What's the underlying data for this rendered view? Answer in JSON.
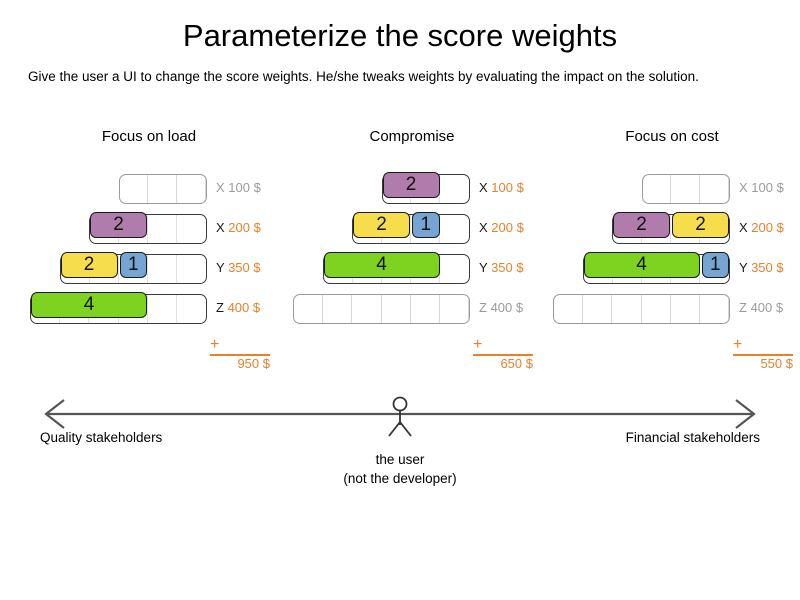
{
  "slide": {
    "title": "Parameterize the score weights",
    "subtitle": "Give the user a UI to change the score weights. He/she tweaks weights by evaluating the impact on the solution."
  },
  "colors": {
    "purple": "#b07cab",
    "yellow": "#f5dd4b",
    "blue": "#76a5d4",
    "green": "#7ed321",
    "accent_orange": "#e8812a",
    "inactive_gray": "#9b9b9b",
    "track_border": "#3a3a3a"
  },
  "columns": [
    {
      "header": "Focus on load",
      "rows": [
        {
          "tag": "X",
          "price": "100 $",
          "active": false,
          "capacity": 3,
          "segments": []
        },
        {
          "tag": "X",
          "price": "200 $",
          "active": true,
          "capacity": 4,
          "segments": [
            {
              "value": "2",
              "units": 2,
              "color": "purple"
            }
          ]
        },
        {
          "tag": "Y",
          "price": "350 $",
          "active": true,
          "capacity": 5,
          "segments": [
            {
              "value": "2",
              "units": 2,
              "color": "yellow"
            },
            {
              "value": "1",
              "units": 1,
              "color": "blue"
            }
          ]
        },
        {
          "tag": "Z",
          "price": "400 $",
          "active": true,
          "capacity": 6,
          "segments": [
            {
              "value": "4",
              "units": 4,
              "color": "green"
            }
          ]
        }
      ],
      "sum_symbol": "+",
      "total": "950 $"
    },
    {
      "header": "Compromise",
      "rows": [
        {
          "tag": "X",
          "price": "100 $",
          "active": true,
          "capacity": 3,
          "segments": [
            {
              "value": "2",
              "units": 2,
              "color": "purple"
            }
          ]
        },
        {
          "tag": "X",
          "price": "200 $",
          "active": true,
          "capacity": 4,
          "segments": [
            {
              "value": "2",
              "units": 2,
              "color": "yellow"
            },
            {
              "value": "1",
              "units": 1,
              "color": "blue"
            }
          ]
        },
        {
          "tag": "Y",
          "price": "350 $",
          "active": true,
          "capacity": 5,
          "segments": [
            {
              "value": "4",
              "units": 4,
              "color": "green"
            }
          ]
        },
        {
          "tag": "Z",
          "price": "400 $",
          "active": false,
          "capacity": 6,
          "segments": []
        }
      ],
      "sum_symbol": "+",
      "total": "650 $"
    },
    {
      "header": "Focus on cost",
      "rows": [
        {
          "tag": "X",
          "price": "100 $",
          "active": false,
          "capacity": 3,
          "segments": []
        },
        {
          "tag": "X",
          "price": "200 $",
          "active": true,
          "capacity": 4,
          "segments": [
            {
              "value": "2",
              "units": 2,
              "color": "purple"
            },
            {
              "value": "2",
              "units": 2,
              "color": "yellow"
            }
          ]
        },
        {
          "tag": "Y",
          "price": "350 $",
          "active": true,
          "capacity": 5,
          "segments": [
            {
              "value": "4",
              "units": 4,
              "color": "green"
            },
            {
              "value": "1",
              "units": 1,
              "color": "blue"
            }
          ]
        },
        {
          "tag": "Z",
          "price": "400 $",
          "active": false,
          "capacity": 6,
          "segments": []
        }
      ],
      "sum_symbol": "+",
      "total": "550 $"
    }
  ],
  "axis": {
    "left_label": "Quality stakeholders",
    "right_label": "Financial stakeholders",
    "figure_caption_line1": "the user",
    "figure_caption_line2": "(not the developer)"
  }
}
